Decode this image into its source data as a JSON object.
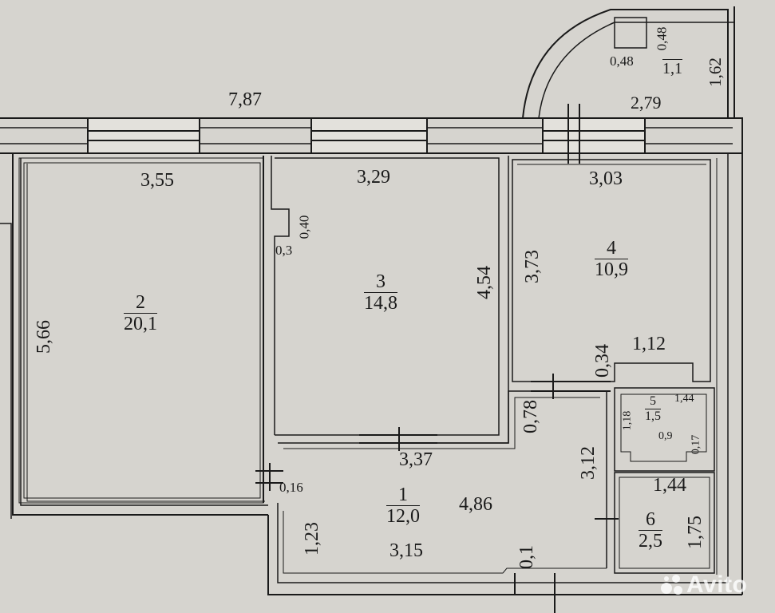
{
  "rooms": [
    {
      "number": "1",
      "area": "12,0"
    },
    {
      "number": "2",
      "area": "20,1"
    },
    {
      "number": "3",
      "area": "14,8"
    },
    {
      "number": "4",
      "area": "10,9"
    },
    {
      "number": "5",
      "area": "1,5"
    },
    {
      "number": "6",
      "area": "2,5"
    }
  ],
  "dimensions": {
    "top_total": "7,87",
    "r2_width": "3,55",
    "r2_height": "5,66",
    "r3_width": "3,29",
    "r3_height": "4,54",
    "r3_niche_v": "0,40",
    "r3_niche_h": "0,3",
    "r4_width": "3,03",
    "r4_height": "3,73",
    "r4_step_v": "0,34",
    "r4_step_w": "1,12",
    "r1_top": "3,37",
    "r1_mid": "4,86",
    "r1_bottom": "3,15",
    "r1_left": "1,23",
    "r1_wall": "0,16",
    "r1_right": "3,12",
    "r1_notch_v": "0,78",
    "r1_notch_b": "0,1",
    "r5_w": "1,44",
    "r5_h": "1,18",
    "r5_b": "0,9",
    "r5_s": "0,17",
    "r6_w": "1,44",
    "r6_h": "1,75",
    "balcony_w": "2,79",
    "balcony_h": "1,62",
    "balcony_box_w": "0,48",
    "balcony_box_h": "0,48",
    "balcony_area": "1,1"
  },
  "watermark": "Avito"
}
